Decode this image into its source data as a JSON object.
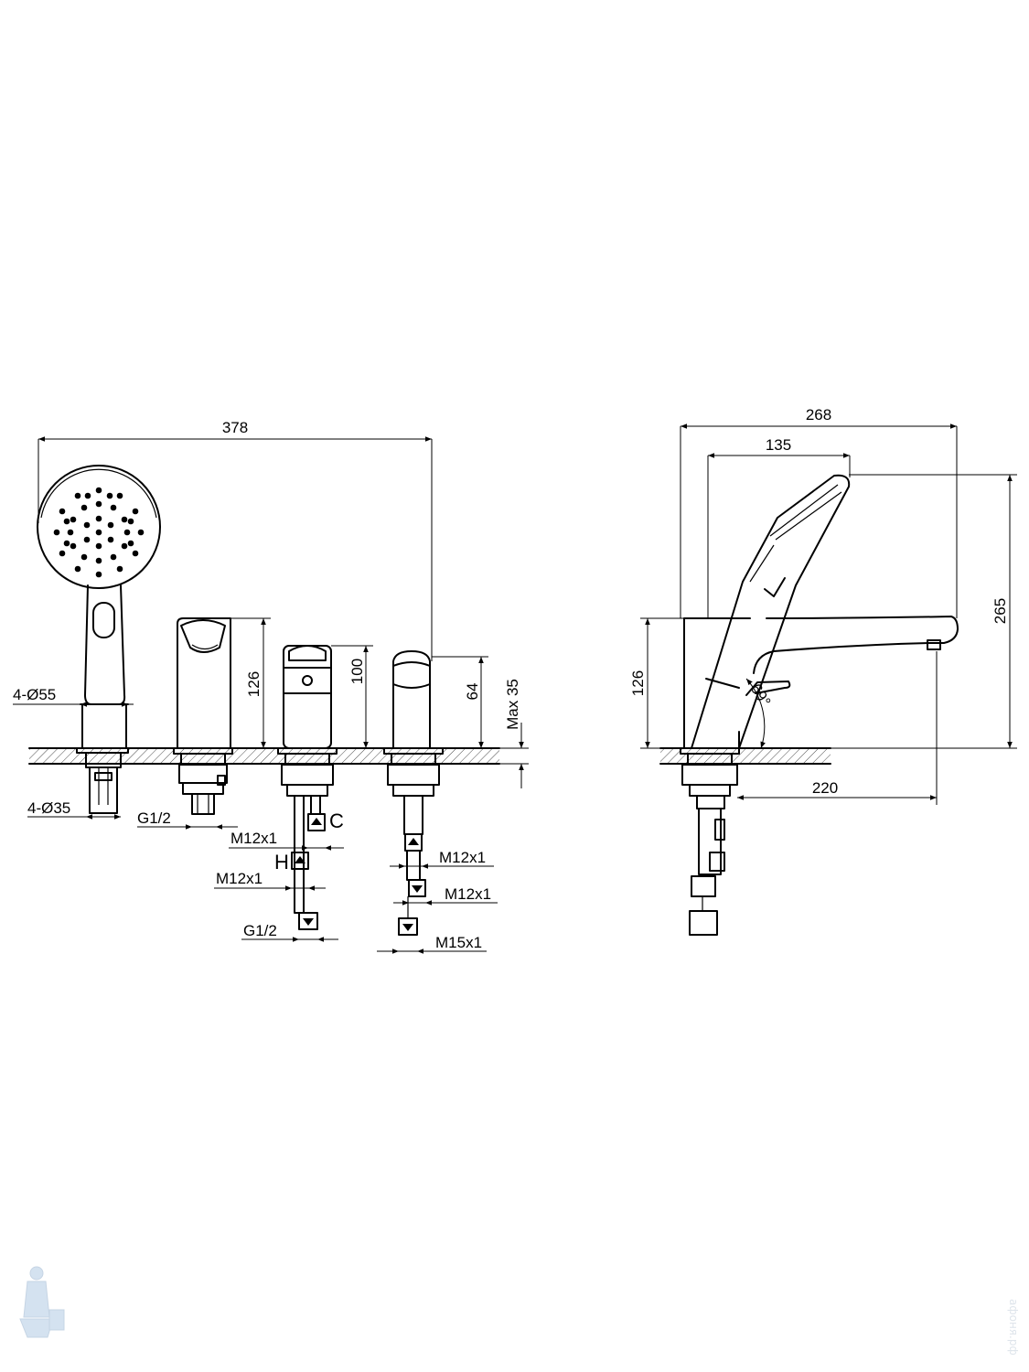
{
  "dimensions": {
    "overall_width": "378",
    "hand_shower_flange_top": "4-Ø55",
    "hand_shower_flange_bottom": "4-Ø35",
    "spout_height": "126",
    "mixer_height": "100",
    "diverter_height": "64",
    "max_deck": "Max 35",
    "spout_thread": "G1/2",
    "mixer_cold_thread": "M12x1",
    "mixer_hot_thread": "M12x1",
    "mixer_outlet_thread": "G1/2",
    "diverter_in_thread": "M12x1",
    "diverter_out_thread": "M12x1",
    "diverter_hose_thread": "M15x1",
    "cold_mark": "C",
    "hot_mark": "H"
  },
  "side_view": {
    "total_length": "268",
    "hand_shower_reach": "135",
    "total_height": "265",
    "body_height": "126",
    "spout_projection": "220",
    "angle": "69°"
  },
  "watermark": "афоня.рф"
}
